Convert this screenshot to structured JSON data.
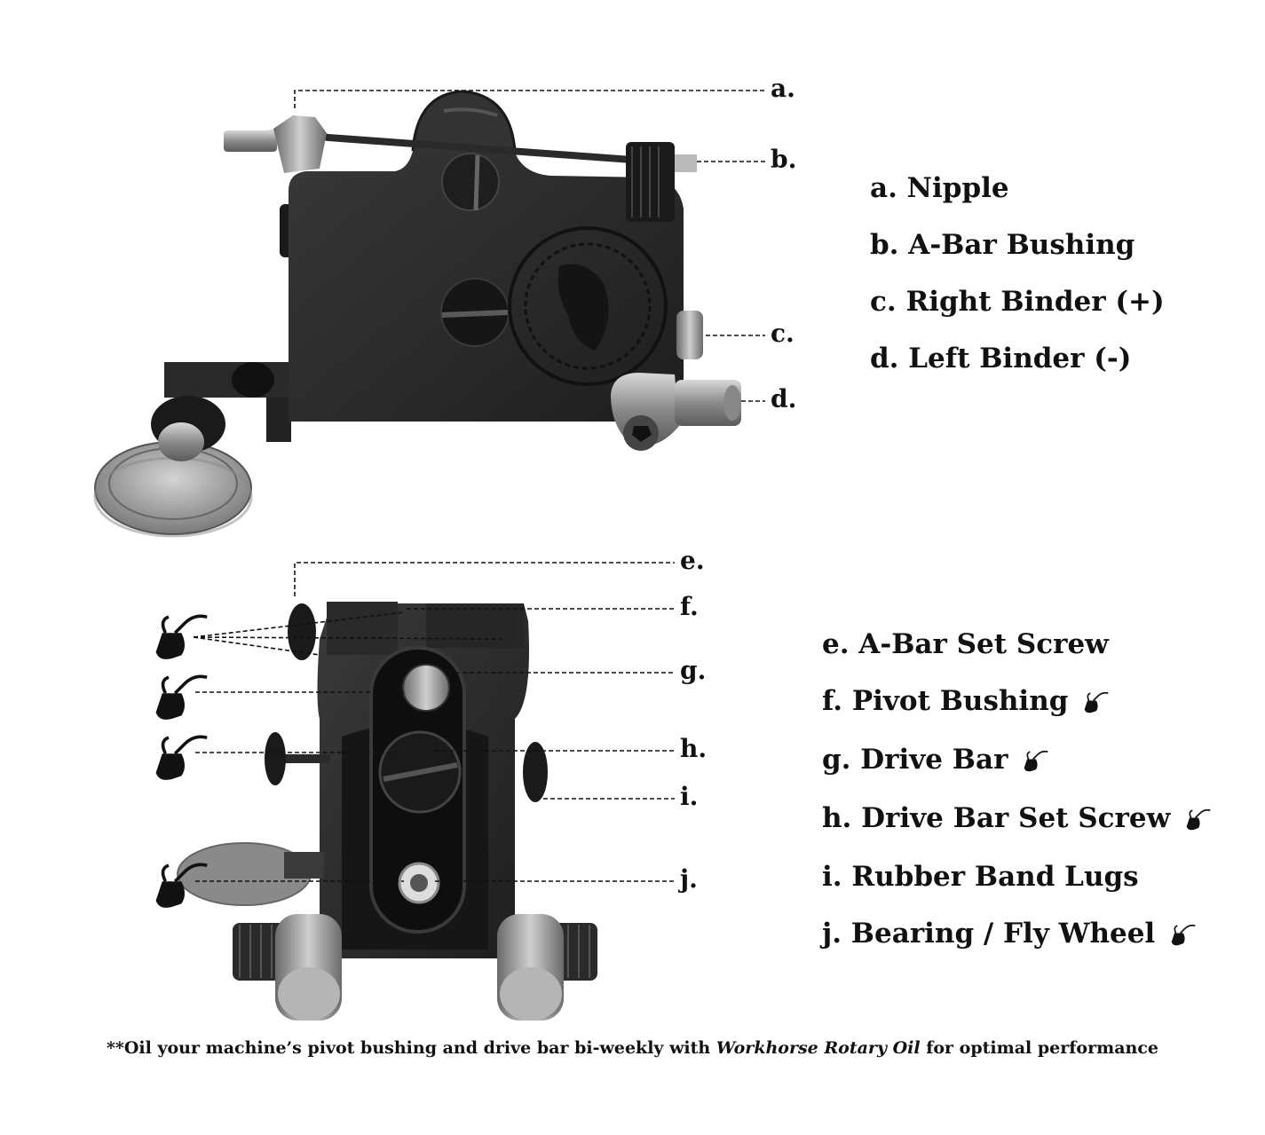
{
  "top_callouts": [
    "a.",
    "b.",
    "c.",
    "d."
  ],
  "top_legend": [
    "a. Nipple",
    "b. A-Bar Bushing",
    "c. Right Binder (+)",
    "d. Left Binder (-)"
  ],
  "bottom_callouts": [
    "e.",
    "f.",
    "g.",
    "h.",
    "i.",
    "j."
  ],
  "bottom_legend": [
    {
      "text": "e. A-Bar Set Screw",
      "oil": false
    },
    {
      "text": "f. Pivot Bushing",
      "oil": true
    },
    {
      "text": "g. Drive Bar",
      "oil": true
    },
    {
      "text": "h. Drive Bar Set Screw",
      "oil": true
    },
    {
      "text": "i. Rubber Band Lugs",
      "oil": false
    },
    {
      "text": "j. Bearing / Fly Wheel",
      "oil": true
    }
  ],
  "footnote": {
    "before": "**Oil your machine’s pivot bushing and drive bar bi-weekly with ",
    "emph": "Workhorse Rotary Oil",
    "after": " for optimal performance"
  },
  "icons": [
    "oil-can-icon"
  ],
  "colors": {
    "ink": "#111111",
    "metal_dark": "#2a2a2a",
    "metal_mid": "#4a4a4a",
    "metal_light": "#9a9a9a"
  }
}
